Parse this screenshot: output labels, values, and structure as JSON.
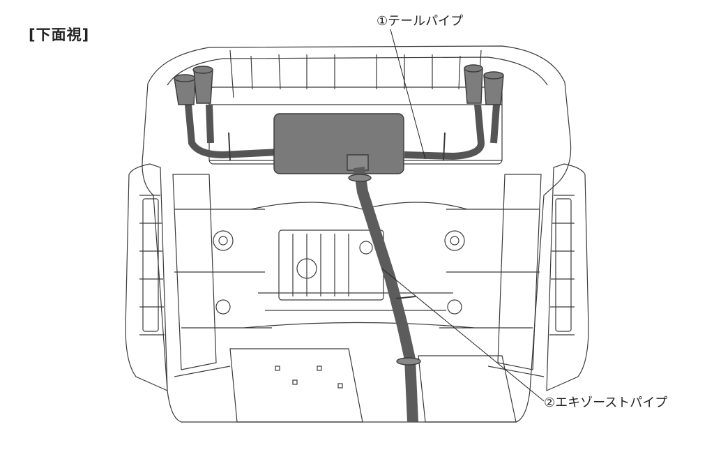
{
  "view_label": "[下面視]",
  "callouts": {
    "tail_pipe": "①テールパイプ",
    "exhaust_pipe": "②エキゾーストパイプ"
  },
  "colors": {
    "line": "#3a3a3a",
    "pipe_fill": "#7d7d7d",
    "muffler_fill": "#7a7a7a",
    "background": "#ffffff"
  }
}
